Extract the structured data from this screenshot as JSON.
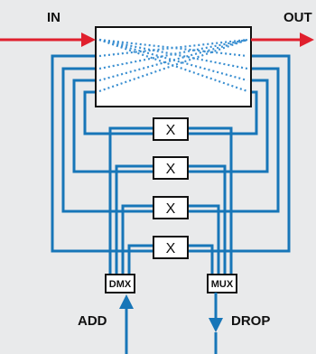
{
  "labels": {
    "in": "IN",
    "out": "OUT",
    "add": "ADD",
    "drop": "DROP",
    "dmx": "DMX",
    "mux": "MUX"
  },
  "switches": [
    {
      "label": "X"
    },
    {
      "label": "X"
    },
    {
      "label": "X"
    },
    {
      "label": "X"
    }
  ],
  "colors": {
    "background": "#e9eaeb",
    "fiber": "#1776b8",
    "arrow": "#e0202d",
    "box_stroke": "#111111",
    "box_fill": "#ffffff"
  }
}
